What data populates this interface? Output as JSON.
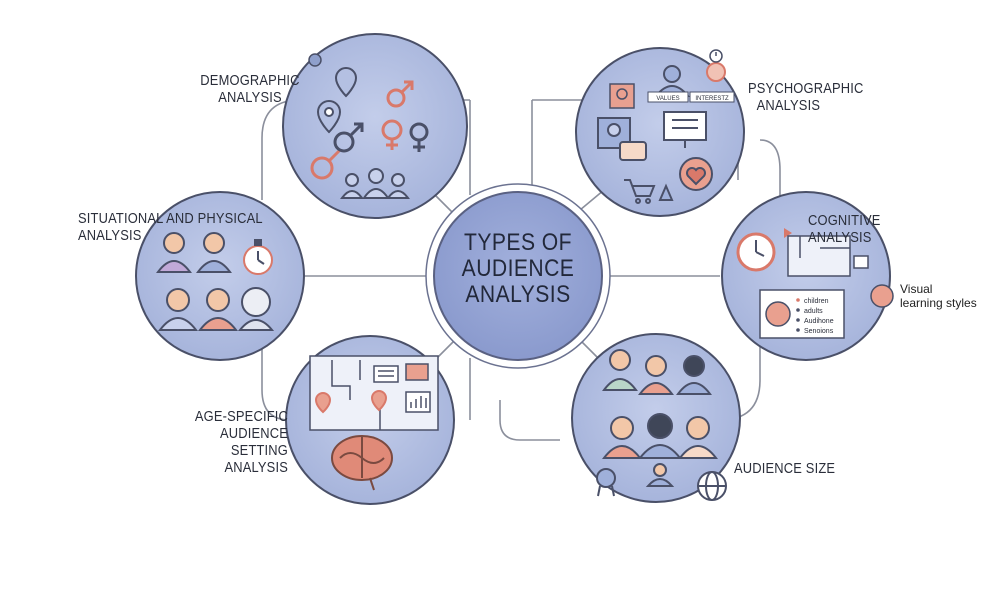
{
  "center": {
    "lines": [
      "TYPES OF",
      "AUDIENCE",
      "ANALYSIS"
    ]
  },
  "nodes": {
    "demographic": {
      "lines": [
        "DEMOGRAPHIC",
        "ANALYSIS"
      ]
    },
    "psychographic": {
      "lines": [
        "PSYCHOGRAPHIC",
        "ANALYSIS"
      ],
      "tags": [
        "VALUES",
        "INTERESTZ"
      ]
    },
    "situational": {
      "lines": [
        "SITUATIONAL AND PHYSICAL",
        "ANALYSIS"
      ]
    },
    "cognitive": {
      "lines": [
        "COGNITIVE ANALYSIS"
      ],
      "callout": [
        "Visual",
        "learning styles"
      ],
      "list": [
        "children",
        "adults",
        "Audihone",
        "Senoions"
      ]
    },
    "age_specific": {
      "lines": [
        "AGE-SPECIFIC",
        "AUDIENCE",
        "SETTING",
        "ANALYSIS"
      ]
    },
    "audience_size": {
      "lines": [
        "AUDIENCE SIZE"
      ]
    }
  },
  "colors": {
    "circle_fill": "#a9b6dc",
    "center_fill": "#8f9fd0",
    "outline": "#4a5068",
    "accent": "#e08a78",
    "connector": "#8b8f9c"
  }
}
